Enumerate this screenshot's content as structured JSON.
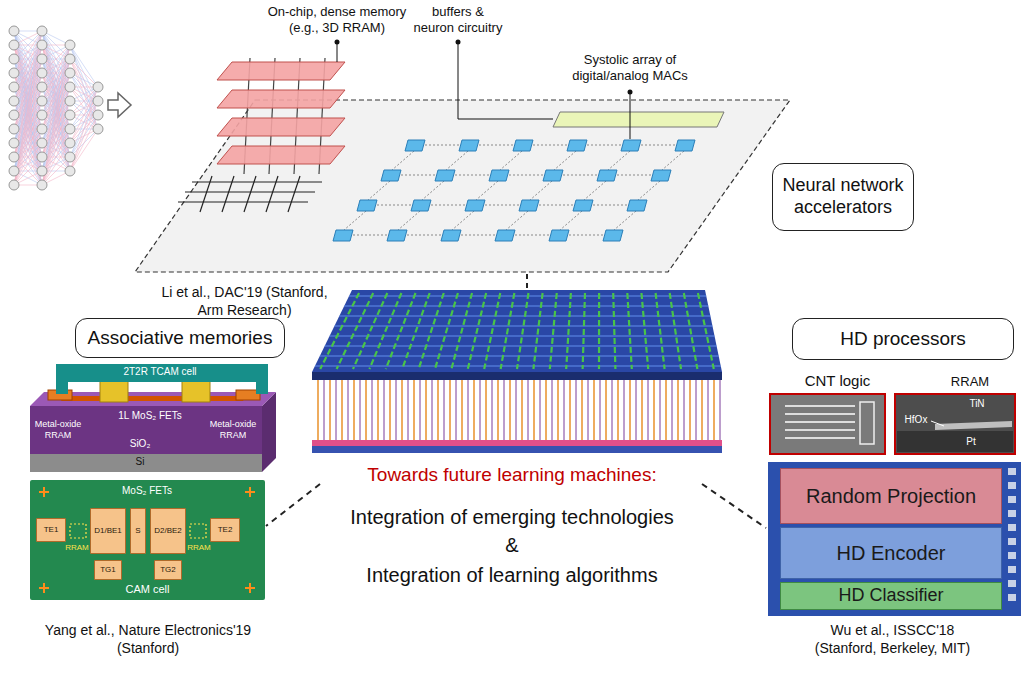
{
  "diagram": {
    "nodes": [
      {
        "text": [
          "Neural network accelerators"
        ]
      },
      {
        "text": [
          "Associative memories"
        ]
      },
      {
        "text": [
          "HD processors"
        ]
      },
      {
        "text": [
          "RRAM",
          "RRAM",
          "CAM cell"
        ]
      },
      {
        "text": [
          "TE1"
        ],
        "in": 3
      },
      {
        "text": [
          "D1/BE1"
        ],
        "in": 3
      },
      {
        "text": [
          "S"
        ],
        "in": 3
      },
      {
        "text": [
          "D2/BE2"
        ],
        "in": 3
      },
      {
        "text": [
          "TE2"
        ],
        "in": 3
      },
      {
        "text": [
          "TG1"
        ],
        "in": 3
      },
      {
        "text": [
          "TG2"
        ],
        "in": 3
      },
      {
        "text": [
          "Random Projection"
        ]
      },
      {
        "text": [
          "HD Encoder"
        ]
      },
      {
        "text": [
          "HD Classifier"
        ]
      }
    ],
    "labels": [
      "On-chip, dense memory (e.g., 3D RRAM)",
      "buffers & neuron circuitry",
      "Systolic array of digital/analog MACs",
      "Li et al., DAC'19 (Stanford, Arm Research)",
      "2T2R TCAM cell",
      "1L MoS₂ FETs",
      "Metal-oxide RRAM",
      "Metal-oxide RRAM",
      "SiO₂",
      "Si",
      "MoS₂ FETs",
      "Yang et al., Nature Electronics'19 (Stanford)",
      "Towards future learning machines:",
      "Integration of emerging technologies",
      "&",
      "Integration of learning algorithms",
      "CNT logic",
      "RRAM",
      "TiN",
      "HfOx",
      "Pt",
      "Wu et al., ISSCC'18 (Stanford, Berkeley, MIT)"
    ]
  }
}
